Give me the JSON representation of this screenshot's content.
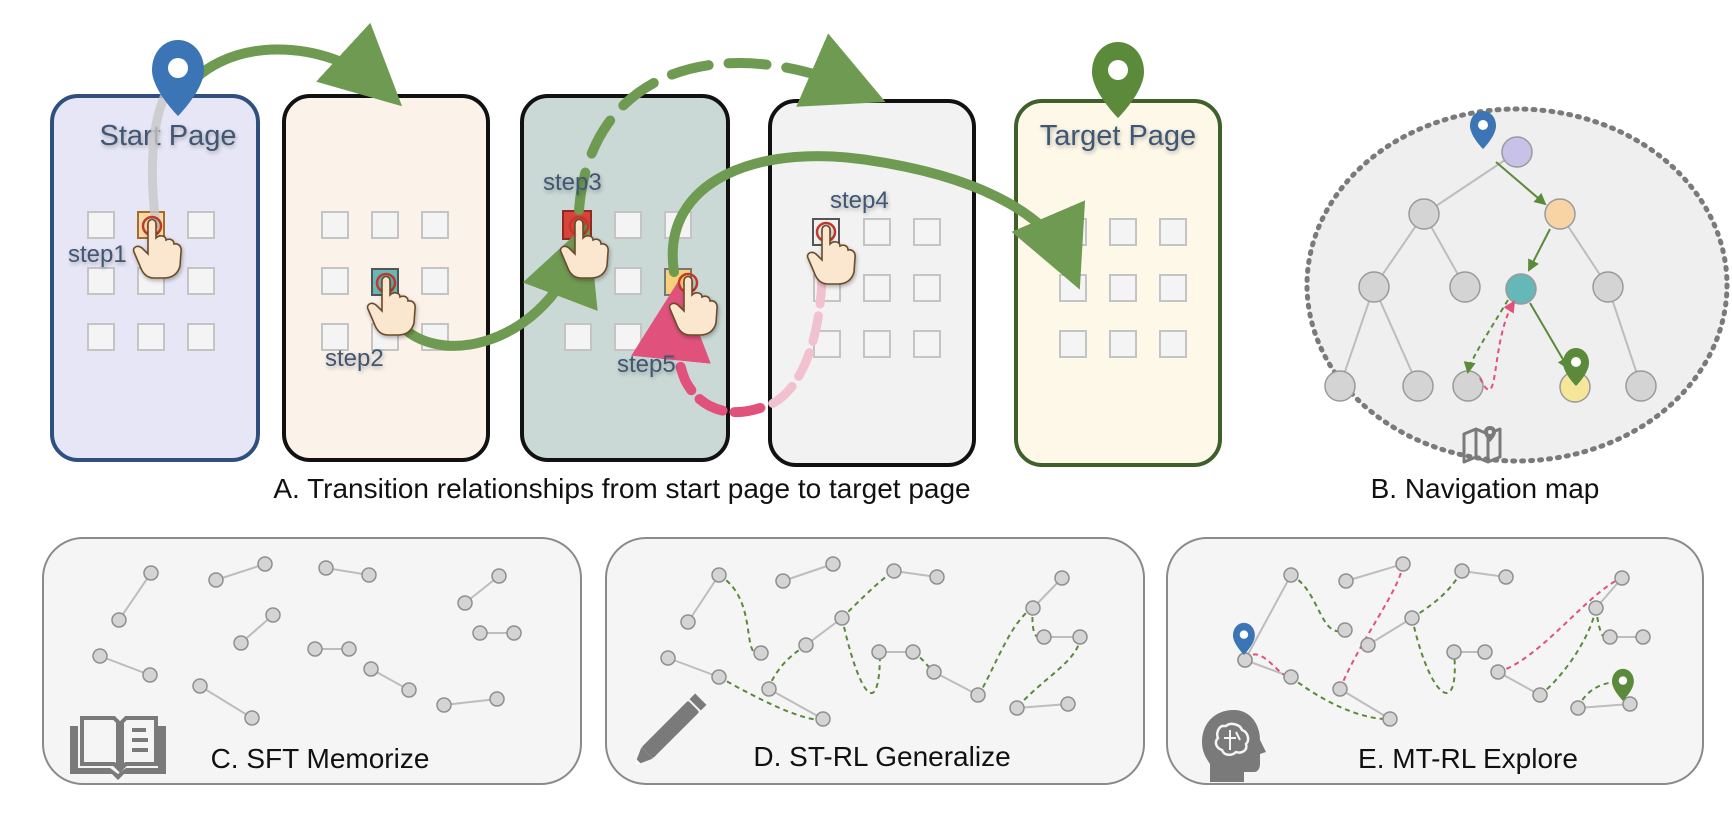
{
  "panel_a": {
    "pages": [
      {
        "label": "Start Page"
      },
      {
        "label": ""
      },
      {
        "label": ""
      },
      {
        "label": ""
      },
      {
        "label": "Target Page"
      }
    ],
    "steps": [
      "step1",
      "step2",
      "step3",
      "step4",
      "step5"
    ],
    "caption": "A. Transition relationships from start page to target page"
  },
  "panel_b": {
    "caption": "B. Navigation map"
  },
  "panel_c": {
    "caption": "C. SFT Memorize"
  },
  "panel_d": {
    "caption": "D. ST-RL Generalize"
  },
  "panel_e": {
    "caption": "E. MT-RL Explore"
  },
  "colors": {
    "start_blue": "#3b75b6",
    "target_green": "#5a8a3a",
    "arrow_green": "#6f9a52",
    "arrow_pink": "#e0527c",
    "node_gray": "#d4d4d4",
    "edge_gray": "#bdbdbd",
    "step_red": "#d8433a",
    "step_teal": "#66b8b8",
    "step_orange": "#f6d07a",
    "node_purple": "#c9c2e8",
    "node_orange": "#f8d4a4",
    "node_yellow": "#f6e69a"
  },
  "icons": [
    "location-pin-icon",
    "pointing-hand-icon",
    "map-icon",
    "book-icon",
    "pencil-icon",
    "brain-head-icon"
  ]
}
